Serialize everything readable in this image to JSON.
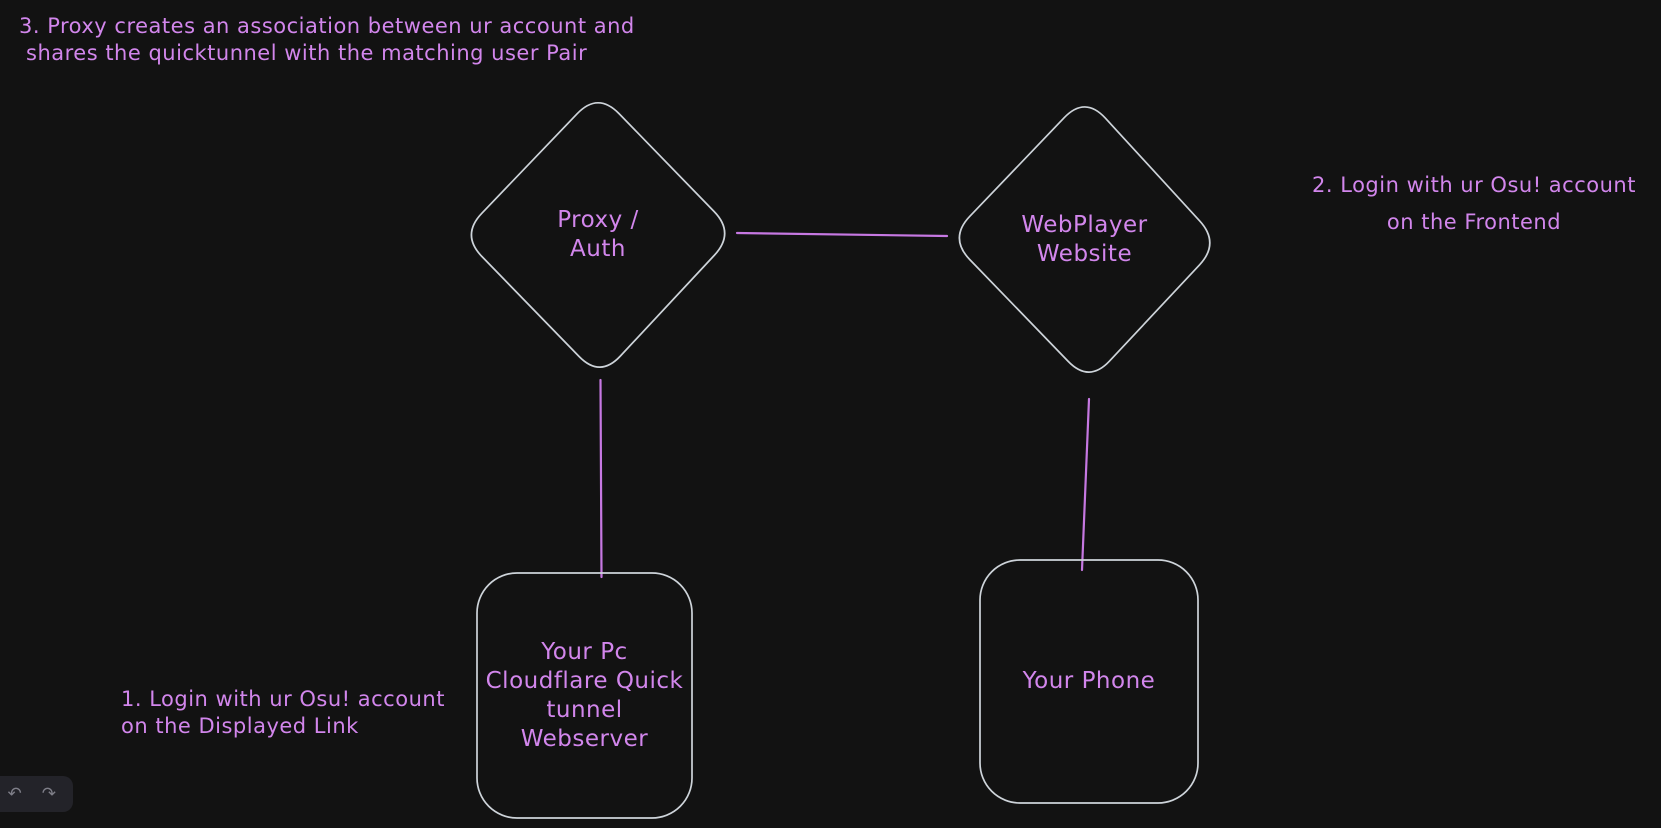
{
  "app": {
    "theme": "dark",
    "description": "hand-drawn flow diagram on a drawing canvas"
  },
  "colors": {
    "canvas_bg": "#121212",
    "purple_text": "#d286ec",
    "connector_purple": "#c678e2",
    "shape_stroke": "#ced4da",
    "toolbar_bg": "#232329",
    "toolbar_icon": "#7e7e88"
  },
  "annotations": {
    "step3": {
      "line1": "3. Proxy creates an association between ur account and",
      "line2": "shares the quicktunnel with the matching user Pair"
    },
    "step2": {
      "line1": "2. Login with ur Osu! account",
      "line2": "on the Frontend"
    },
    "step1": {
      "line1": "1. Login with ur Osu! account",
      "line2": "on the Displayed Link"
    }
  },
  "nodes": {
    "proxy_auth": {
      "shape": "diamond",
      "line1": "Proxy /",
      "line2": "Auth"
    },
    "webplayer": {
      "shape": "diamond",
      "line1": "WebPlayer",
      "line2": "Website"
    },
    "pc_tunnel": {
      "shape": "rounded-rectangle",
      "line1": "Your Pc",
      "line2": "Cloudflare Quick",
      "line3": "tunnel",
      "line4": "Webserver"
    },
    "phone": {
      "shape": "rounded-rectangle",
      "line1": "Your Phone"
    }
  },
  "connectors": [
    {
      "from": "proxy_auth",
      "to": "webplayer",
      "style": "plain-line"
    },
    {
      "from": "proxy_auth",
      "to": "pc_tunnel",
      "style": "plain-line"
    },
    {
      "from": "webplayer",
      "to": "phone",
      "style": "plain-line"
    }
  ],
  "toolbar": {
    "undo_glyph": "↶",
    "redo_glyph": "↷"
  }
}
